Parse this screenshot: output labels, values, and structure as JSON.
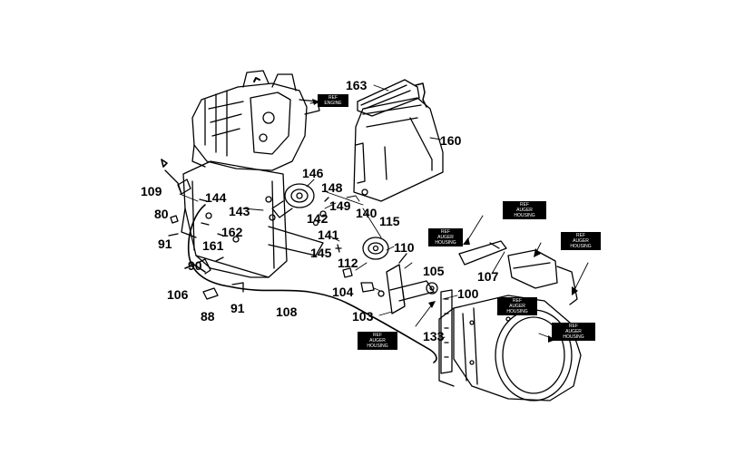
{
  "diagram": {
    "callouts": [
      {
        "id": "c163",
        "label": "163"
      },
      {
        "id": "c160",
        "label": "160"
      },
      {
        "id": "c146",
        "label": "146"
      },
      {
        "id": "c148",
        "label": "148"
      },
      {
        "id": "c149",
        "label": "149"
      },
      {
        "id": "c140",
        "label": "140"
      },
      {
        "id": "c115",
        "label": "115"
      },
      {
        "id": "c142",
        "label": "142"
      },
      {
        "id": "c141",
        "label": "141"
      },
      {
        "id": "c109",
        "label": "109"
      },
      {
        "id": "c144",
        "label": "144"
      },
      {
        "id": "c143",
        "label": "143"
      },
      {
        "id": "c80",
        "label": "80"
      },
      {
        "id": "c162",
        "label": "162"
      },
      {
        "id": "c91a",
        "label": "91"
      },
      {
        "id": "c161",
        "label": "161"
      },
      {
        "id": "c145",
        "label": "145"
      },
      {
        "id": "c110",
        "label": "110"
      },
      {
        "id": "c112",
        "label": "112"
      },
      {
        "id": "c90",
        "label": "90"
      },
      {
        "id": "c105",
        "label": "105"
      },
      {
        "id": "c107",
        "label": "107"
      },
      {
        "id": "c104",
        "label": "104"
      },
      {
        "id": "c100",
        "label": "100"
      },
      {
        "id": "c106",
        "label": "106"
      },
      {
        "id": "c91b",
        "label": "91"
      },
      {
        "id": "c108",
        "label": "108"
      },
      {
        "id": "c88",
        "label": "88"
      },
      {
        "id": "c103",
        "label": "103"
      },
      {
        "id": "c133",
        "label": "133"
      }
    ],
    "ref_boxes": [
      {
        "id": "r1",
        "text": "REF\nENGINE"
      },
      {
        "id": "r2",
        "text": "REF\nAUGER\nHOUSING"
      },
      {
        "id": "r3",
        "text": "REF\nAUGER\nHOUSING"
      },
      {
        "id": "r4",
        "text": "REF\nAUGER\nHOUSING"
      },
      {
        "id": "r5",
        "text": "REF\nAUGER\nHOUSING"
      },
      {
        "id": "r6",
        "text": "REF\nAUGER\nHOUSING"
      },
      {
        "id": "r7",
        "text": "REF\nAUGER\nHOUSING"
      }
    ]
  }
}
